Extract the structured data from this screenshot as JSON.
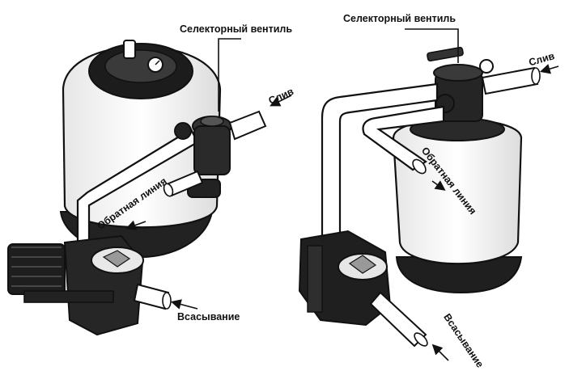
{
  "left_diagram": {
    "selector_valve_label": "Селекторный вентиль",
    "drain_label": "Слив",
    "return_line_label": "Обратная линия",
    "suction_label": "Всасывание"
  },
  "right_diagram": {
    "selector_valve_label": "Селекторный вентиль",
    "drain_label": "Слив",
    "return_line_label": "Обратная линия",
    "suction_label": "Всасывание"
  },
  "colors": {
    "ink": "#111111",
    "fill_dark": "#2a2a2a",
    "fill_light": "#ffffff"
  }
}
